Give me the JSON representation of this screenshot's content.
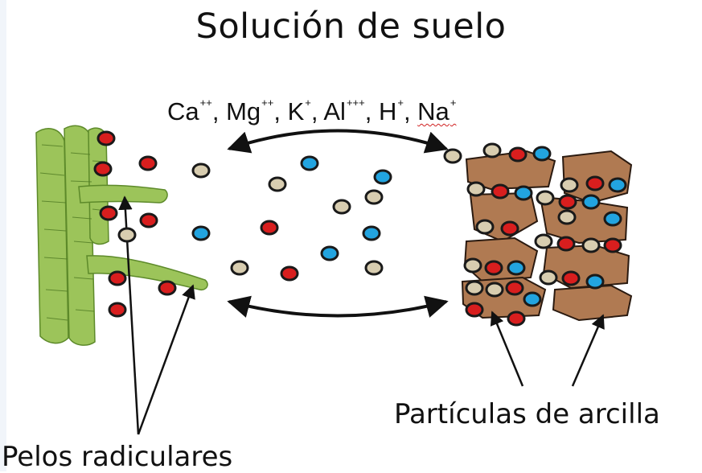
{
  "title": "Solución de suelo",
  "ions": [
    {
      "symbol": "Ca",
      "charge": "++",
      "sep": ", "
    },
    {
      "symbol": "Mg",
      "charge": "++",
      "sep": ", "
    },
    {
      "symbol": "K",
      "charge": "+",
      "sep": ", "
    },
    {
      "symbol": "Al",
      "charge": "+++",
      "sep": ", "
    },
    {
      "symbol": "H",
      "charge": "+",
      "sep": ", "
    },
    {
      "symbol": "Na",
      "charge": "+",
      "sep": ""
    }
  ],
  "labels": {
    "clay": "Partículas de arcilla",
    "roots": "Pelos radiculares"
  },
  "colors": {
    "red_ion": "#d81e1e",
    "blue_ion": "#22a4e0",
    "tan_ion": "#d8cdb0",
    "root": "#9cc45a",
    "clay": "#b07a52"
  }
}
